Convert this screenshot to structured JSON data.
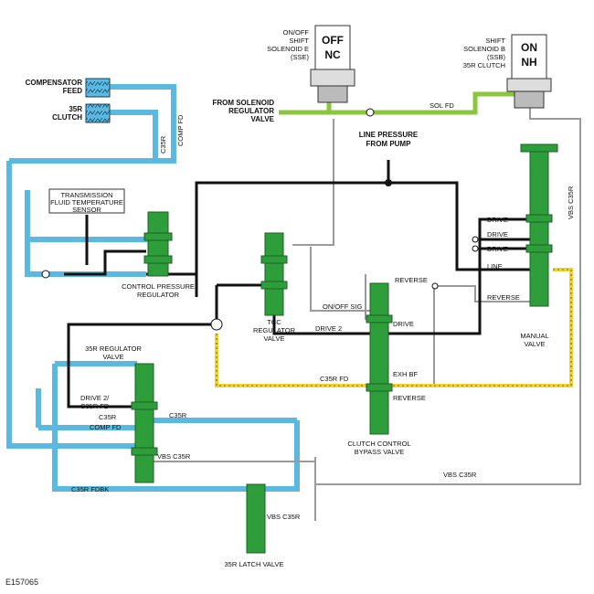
{
  "labels": {
    "compensator_feed": [
      "COMPENSATOR",
      "FEED"
    ],
    "clutch_35r": [
      "35R",
      "CLUTCH"
    ],
    "sse": [
      "ON/OFF",
      "SHIFT",
      "SOLENOID E",
      "(SSE)"
    ],
    "sse_state": [
      "OFF",
      "NC"
    ],
    "ssb": [
      "SHIFT",
      "SOLENOID B",
      "(SSB)",
      "35R CLUTCH"
    ],
    "ssb_state": [
      "ON",
      "NH"
    ],
    "from_solenoid": [
      "FROM SOLENOID",
      "REGULATOR",
      "VALVE"
    ],
    "sol_fd": "SOL FD",
    "line_pressure": [
      "LINE PRESSURE",
      "FROM PUMP"
    ],
    "c35r_vertical": "C35R",
    "comp_fd_vertical": "COMP FD",
    "vbs_c35r_vertical": "VBS C35R",
    "tft_sensor": [
      "TRANSMISSION",
      "FLUID TEMPERATURE",
      "SENSOR"
    ],
    "control_pressure_regulator": [
      "CONTROL PRESSURE",
      "REGULATOR"
    ],
    "tcc_regulator": [
      "TCC",
      "REGULATOR",
      "VALVE"
    ],
    "drive_1": "DRIVE",
    "drive_2": "DRIVE",
    "drive_3": "DRIVE",
    "line": "LINE",
    "reverse_top": "REVERSE",
    "reverse_right": "REVERSE",
    "on_off_sig": "ON/OFF SIG",
    "drive_mid": "DRIVE",
    "drive2_label": "DRIVE 2",
    "manual_valve": [
      "MANUAL",
      "VALVE"
    ],
    "exh_bf": "EXH BF",
    "reverse_low": "REVERSE",
    "c35r_fd": "C35R FD",
    "r35_regulator": [
      "35R REGULATOR",
      "VALVE"
    ],
    "drive2_c35r_fd": [
      "DRIVE 2/",
      "C35R FD"
    ],
    "c35r_left": "C35R",
    "c35r_right": "C35R",
    "comp_fd": "COMP FD",
    "vbs_c35r_mid": "VBS C35R",
    "vbs_c35r_bottom_right": "VBS C35R",
    "clutch_control_bypass": [
      "CLUTCH CONTROL",
      "BYPASS VALVE"
    ],
    "c35r_fdbk": "C35R FDBK",
    "vbs_c35r_low": "VBS C35R",
    "latch_valve": "35R LATCH VALVE",
    "figure_id": "E157065"
  },
  "colors": {
    "line_pressure": "#111111",
    "clutch_feed_blue": "#5bb8e0",
    "solenoid_feed_green": "#8cc63f",
    "bypass_yellow": "#f2d22e",
    "valve_green": "#2e9e3a",
    "vbs_gray": "#9a9a9a"
  }
}
